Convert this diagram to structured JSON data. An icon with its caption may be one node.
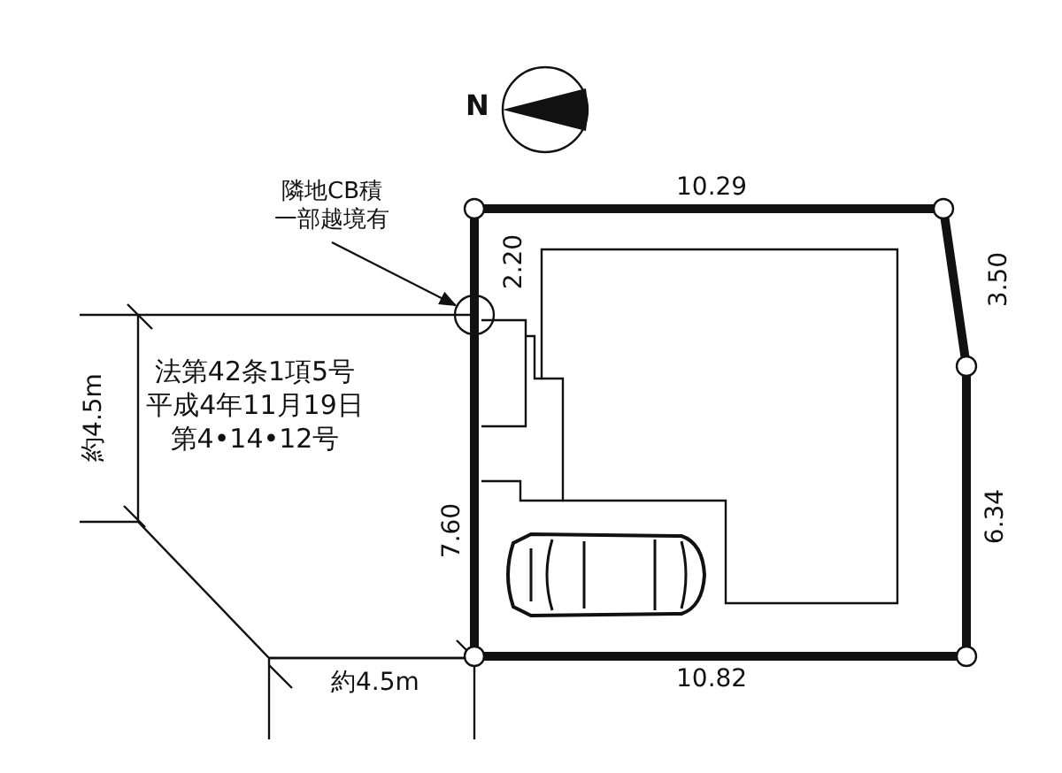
{
  "diagram": {
    "nodes": [
      {
        "text": [
          "隣地CB積一部越境有"
        ]
      },
      {
        "text": [],
        "shape": "circle"
      }
    ],
    "edges": [
      {
        "from": 0,
        "to": 1,
        "arrow": "to"
      }
    ],
    "labels": [
      "N",
      "10.29",
      "2.20",
      "3.50",
      "法第42条1項5号",
      "平成4年11月19日",
      "第4•14•12号",
      "約4.5m",
      "7.60",
      "6.34",
      "約4.5m",
      "10.82"
    ]
  }
}
